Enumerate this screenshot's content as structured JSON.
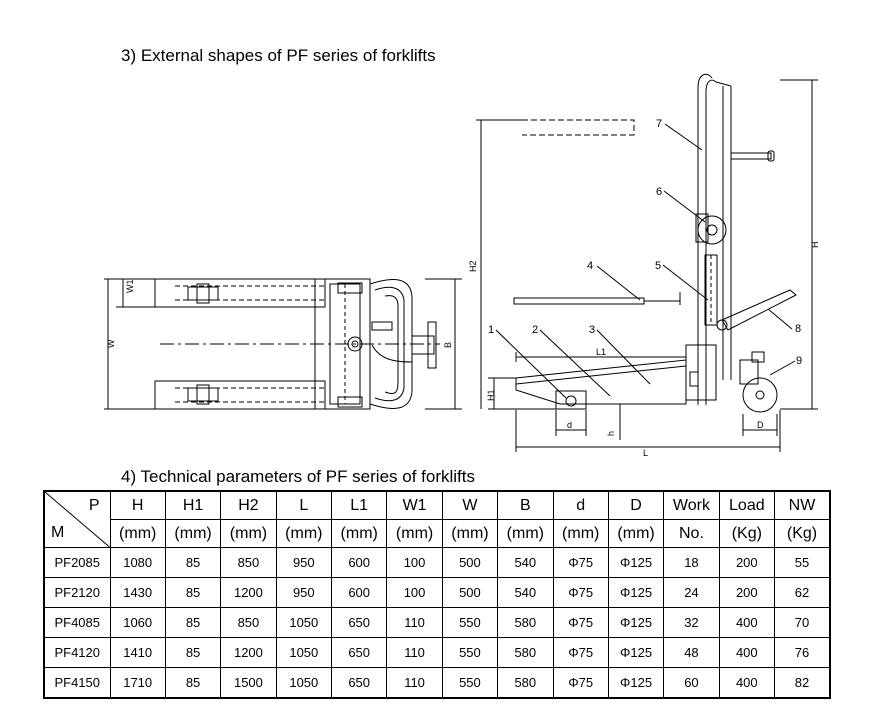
{
  "section3": {
    "title": "3)  External shapes of PF series of forklifts"
  },
  "section4": {
    "title": "4)  Technical parameters of PF series of forklifts"
  },
  "drawing": {
    "top_view": {
      "w1": "W1",
      "w": "W",
      "b": "B"
    },
    "side_view": {
      "h2": "H2",
      "h": "H",
      "h1": "H1",
      "l1": "L1",
      "l": "L",
      "d_small": "d",
      "d_large": "D",
      "h_small": "h",
      "callouts": [
        "1",
        "2",
        "3",
        "4",
        "5",
        "6",
        "7",
        "8",
        "9"
      ]
    }
  },
  "table": {
    "corner_top": "P",
    "corner_bottom": "M",
    "header_row1": [
      "H",
      "H1",
      "H2",
      "L",
      "L1",
      "W1",
      "W",
      "B",
      "d",
      "D",
      "Work",
      "Load",
      "NW"
    ],
    "header_row2": [
      "(mm)",
      "(mm)",
      "(mm)",
      "(mm)",
      "(mm)",
      "(mm)",
      "(mm)",
      "(mm)",
      "(mm)",
      "(mm)",
      "No.",
      "(Kg)",
      "(Kg)"
    ],
    "rows": [
      [
        "PF2085",
        "1080",
        "85",
        "850",
        "950",
        "600",
        "100",
        "500",
        "540",
        "Φ75",
        "Φ125",
        "18",
        "200",
        "55"
      ],
      [
        "PF2120",
        "1430",
        "85",
        "1200",
        "950",
        "600",
        "100",
        "500",
        "540",
        "Φ75",
        "Φ125",
        "24",
        "200",
        "62"
      ],
      [
        "PF4085",
        "1060",
        "85",
        "850",
        "1050",
        "650",
        "110",
        "550",
        "580",
        "Φ75",
        "Φ125",
        "32",
        "400",
        "70"
      ],
      [
        "PF4120",
        "1410",
        "85",
        "1200",
        "1050",
        "650",
        "110",
        "550",
        "580",
        "Φ75",
        "Φ125",
        "48",
        "400",
        "76"
      ],
      [
        "PF4150",
        "1710",
        "85",
        "1500",
        "1050",
        "650",
        "110",
        "550",
        "580",
        "Φ75",
        "Φ125",
        "60",
        "400",
        "82"
      ]
    ]
  }
}
